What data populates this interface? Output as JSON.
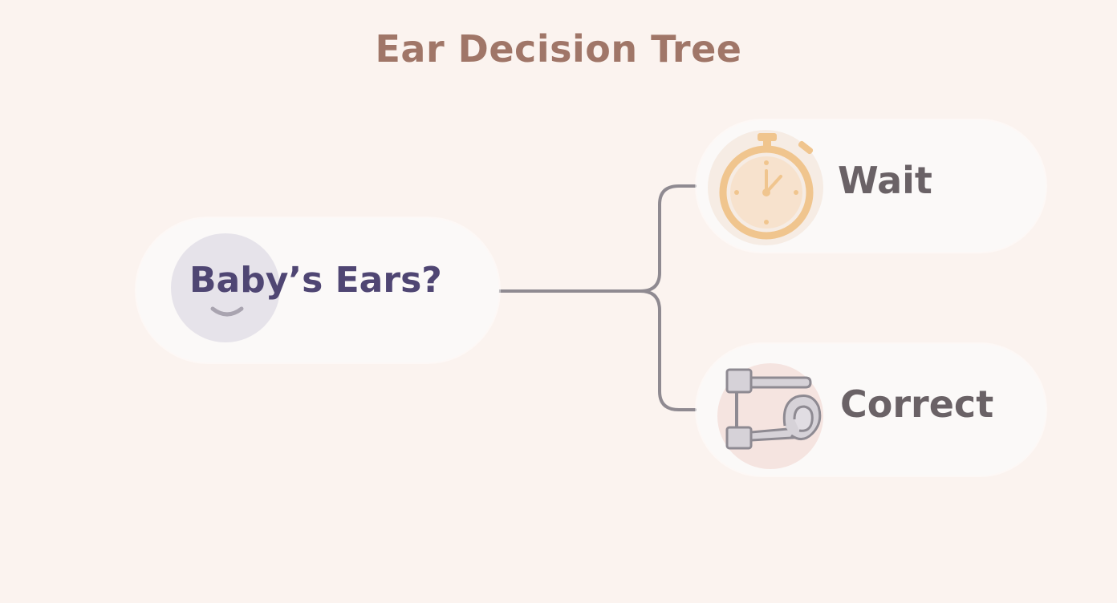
{
  "diagram": {
    "title": "Ear Decision Tree",
    "root": {
      "label": "Baby’s Ears?",
      "icon": "baby-face-icon"
    },
    "branches": [
      {
        "label": "Wait",
        "icon": "stopwatch-icon"
      },
      {
        "label": "Correct",
        "icon": "ear-molding-clip-icon"
      }
    ],
    "colors": {
      "background": "#fbf3ef",
      "title": "#a07668",
      "root_text": "#4f4673",
      "branch_text": "#6a6266",
      "connector": "#8f8a91",
      "stopwatch": "#f0c58e",
      "correct_icon": "#8e8a92"
    }
  }
}
